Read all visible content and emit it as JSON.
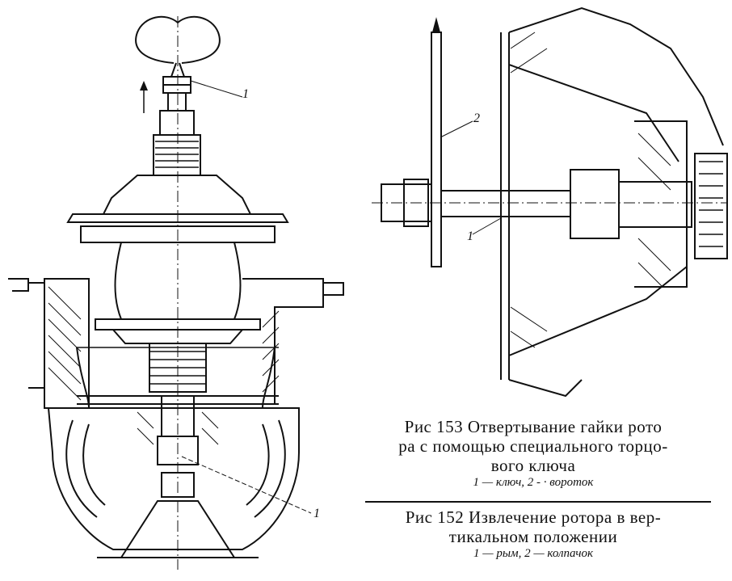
{
  "figure153": {
    "caption_line1": "Рис 153 Отвертывание гайки рото",
    "caption_line2": "ра с помощью специального торцо-",
    "caption_line3": "вого ключа",
    "legend": "1 — ключ, 2 - · вороток"
  },
  "figure152": {
    "caption_line1": "Рис 152 Извлечение ротора в вер-",
    "caption_line2": "тикальном положении",
    "legend": "1 — рым, 2 — колпачок"
  },
  "callouts": {
    "left_top": "1",
    "left_bottom": "1",
    "right_2": "2",
    "right_1": "1"
  }
}
